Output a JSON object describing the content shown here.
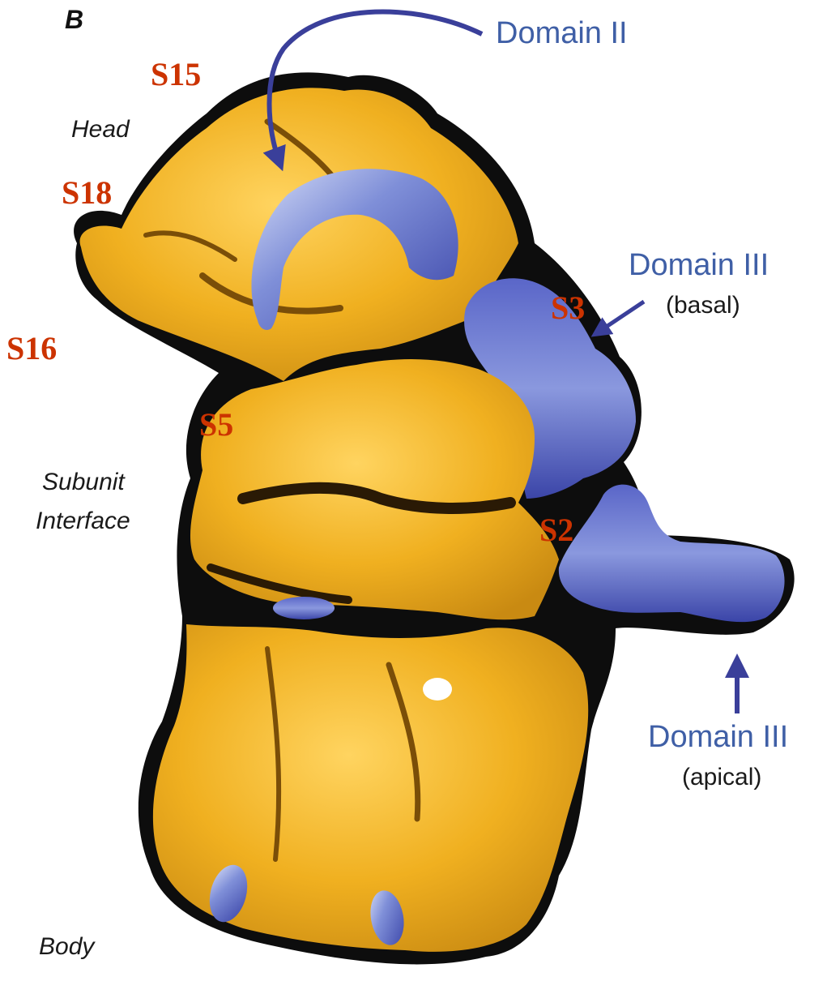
{
  "panel_letter": "B",
  "region_labels": {
    "head": "Head",
    "subunit_interface_line1": "Subunit",
    "subunit_interface_line2": "Interface",
    "body": "Body"
  },
  "domain_labels": {
    "domain_ii": "Domain II",
    "domain_iii_basal": "Domain III",
    "domain_iii_basal_sub": "(basal)",
    "domain_iii_apical": "Domain III",
    "domain_iii_apical_sub": "(apical)"
  },
  "protein_labels": {
    "s15": "S15",
    "s18": "S18",
    "s16": "S16",
    "s3": "S3",
    "s5": "S5",
    "s2": "S2"
  },
  "colors": {
    "subunit": "#f0b020",
    "subunit_shade": "#b97c10",
    "domain": "#4a55b8",
    "domain_highlight": "#c8d4f4",
    "outline": "#0d0d0d",
    "label_red": "#cc3300",
    "label_blue": "#3f5fa6",
    "arrow": "#3a3f9a"
  }
}
